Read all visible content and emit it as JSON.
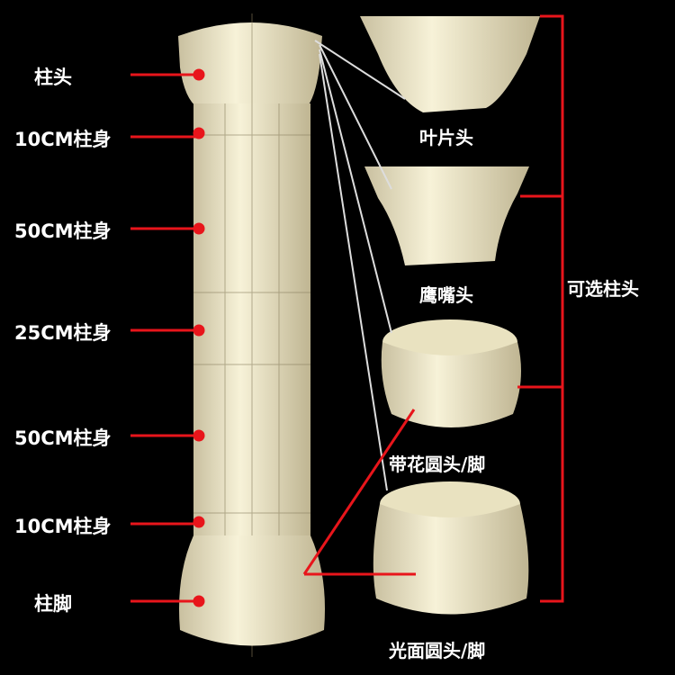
{
  "left_labels": [
    "柱头",
    "10CM柱身",
    "50CM柱身",
    "25CM柱身",
    "50CM柱身",
    "10CM柱身",
    "柱脚"
  ],
  "right_labels": [
    "叶片头",
    "鹰嘴头",
    "带花圆头/脚",
    "光面圆头/脚"
  ],
  "bracket_label": "可选柱头",
  "colors": {
    "accent": "#e8151b",
    "mold": "#f3eccb",
    "background": "#000000"
  }
}
